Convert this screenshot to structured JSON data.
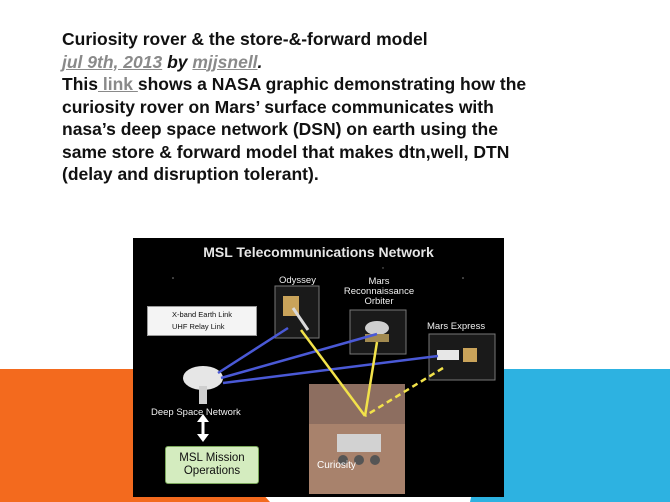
{
  "slide": {
    "colors": {
      "orange": "#f36a1e",
      "blue": "#2db2e1",
      "link": "#8a8a8a",
      "text": "#111111"
    },
    "heading": "Curiosity rover & the store-&-forward model",
    "meta": {
      "date": "jul 9th, 2013",
      "by": "by",
      "author": "mjjsnell",
      "end": "."
    },
    "body": {
      "prefix": "This",
      "link": " link ",
      "line1_rest": "shows a NASA graphic demonstrating how the",
      "line2": "curiosity rover on Mars’ surface communicates with",
      "line3": "nasa’s deep space network (DSN) on earth using the",
      "line4": "same store & forward model that makes dtn,well, DTN",
      "line5": "(delay and disruption tolerant)."
    },
    "figure": {
      "title": "MSL Telecommunications Network",
      "odyssey": "Odyssey",
      "mro_line1": "Mars",
      "mro_line2": "Reconnaissance",
      "mro_line3": "Orbiter",
      "mars_express": "Mars Express",
      "legend_xband": "X-band Earth Link",
      "legend_uhf": "UHF Relay Link",
      "dsn": "Deep Space Network",
      "ops_line1": "MSL Mission",
      "ops_line2": "Operations",
      "curiosity": "Curiosity"
    }
  }
}
